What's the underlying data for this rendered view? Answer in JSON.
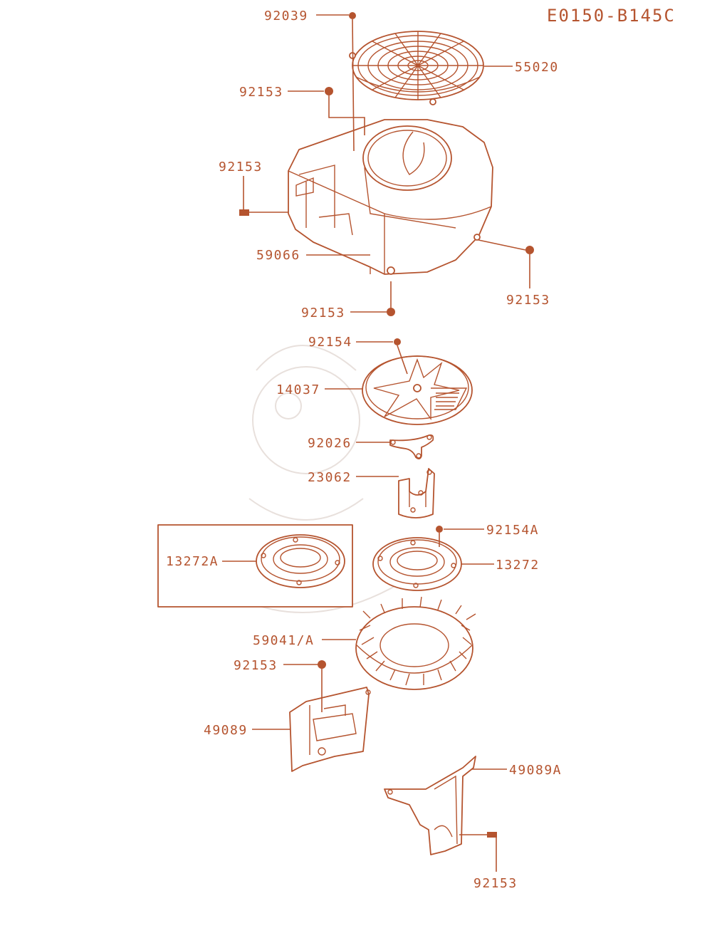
{
  "diagram_code": "E0150-B145C",
  "labels": {
    "p92039": "92039",
    "p55020": "55020",
    "p92153_a": "92153",
    "p92153_b": "92153",
    "p59066": "59066",
    "p92153_c": "92153",
    "p92153_d": "92153",
    "p92154": "92154",
    "p14037": "14037",
    "p92026": "92026",
    "p23062": "23062",
    "p92154A": "92154A",
    "p13272A": "13272A",
    "p13272": "13272",
    "p59041A": "59041/A",
    "p92153_e": "92153",
    "p49089": "49089",
    "p49089A": "49089A",
    "p92153_f": "92153"
  },
  "colors": {
    "line": "#b5542f",
    "watermark": "#e8e0dc",
    "background": "#ffffff"
  }
}
